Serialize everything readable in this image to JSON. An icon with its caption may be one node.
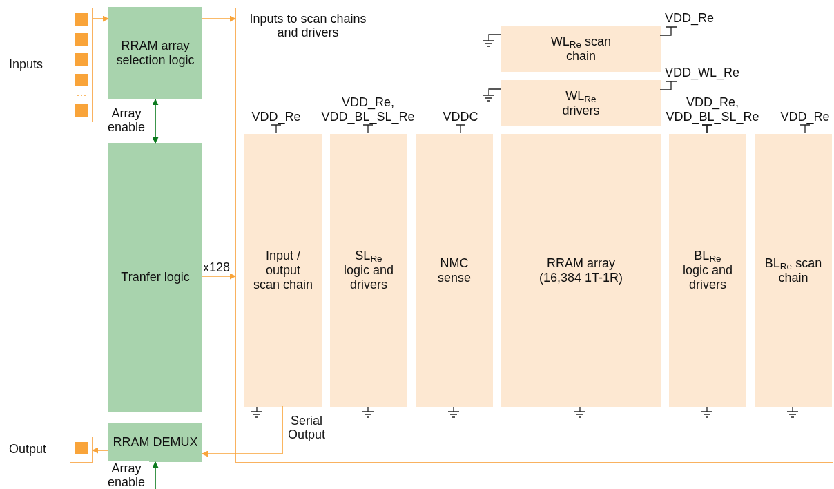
{
  "diagram": {
    "nodes": [
      {
        "text": [],
        "shape": "box",
        "beside": [
          "Inputs"
        ]
      },
      {
        "text": [
          "RRAM array selection logic"
        ]
      },
      {
        "text": [
          "Tranfer logic"
        ]
      },
      {
        "text": [
          "RRAM DEMUX"
        ]
      },
      {
        "text": [],
        "shape": "box",
        "beside": [
          "Output"
        ]
      },
      {
        "text": [
          "Inputs to scan chains and drivers"
        ]
      },
      {
        "text": [
          "WL$_{Re}$ scan chain"
        ],
        "in": 5,
        "beside": [
          "VDD_Re"
        ]
      },
      {
        "text": [
          "WL$_{Re}$ drivers"
        ],
        "in": 5,
        "beside": [
          "VDD_WL_Re"
        ]
      },
      {
        "text": [
          "Input / output scan chain"
        ],
        "in": 5,
        "beside": [
          "VDD_Re"
        ]
      },
      {
        "text": [
          "SL$_{Re}$ logic and drivers"
        ],
        "in": 5,
        "beside": [
          "VDD_Re, VDD_BL_SL_Re"
        ]
      },
      {
        "text": [
          "NMC sense"
        ],
        "in": 5,
        "beside": [
          "VDDC"
        ]
      },
      {
        "text": [
          "RRAM array (16,384 1T-1R)"
        ],
        "in": 5
      },
      {
        "text": [
          "BL$_{Re}$ logic and drivers"
        ],
        "in": 5
      },
      {
        "text": [
          "BL$_{Re}$ scan chain"
        ],
        "in": 5,
        "beside": [
          "VDD_Re"
        ]
      }
    ],
    "edges": [
      {
        "from": 0,
        "to": 1,
        "arrow": "to"
      },
      {
        "from": 1,
        "to": 5,
        "arrow": "to"
      },
      {
        "from": 1,
        "to": 2,
        "arrow": "both",
        "label": "Array enable",
        "color": "#0b7a1e"
      },
      {
        "from": 2,
        "to": 5,
        "arrow": "to",
        "label": "x128"
      },
      {
        "from": 8,
        "to": 3,
        "arrow": "to",
        "label": "Serial Output"
      },
      {
        "from": 3,
        "to": 4,
        "arrow": "to"
      },
      {
        "from": null,
        "to": 3,
        "arrow": "to",
        "label": "Array enable",
        "color": "#0b7a1e"
      }
    ],
    "labels": [
      "VDD_Re, VDD_BL_SL_Re"
    ]
  }
}
